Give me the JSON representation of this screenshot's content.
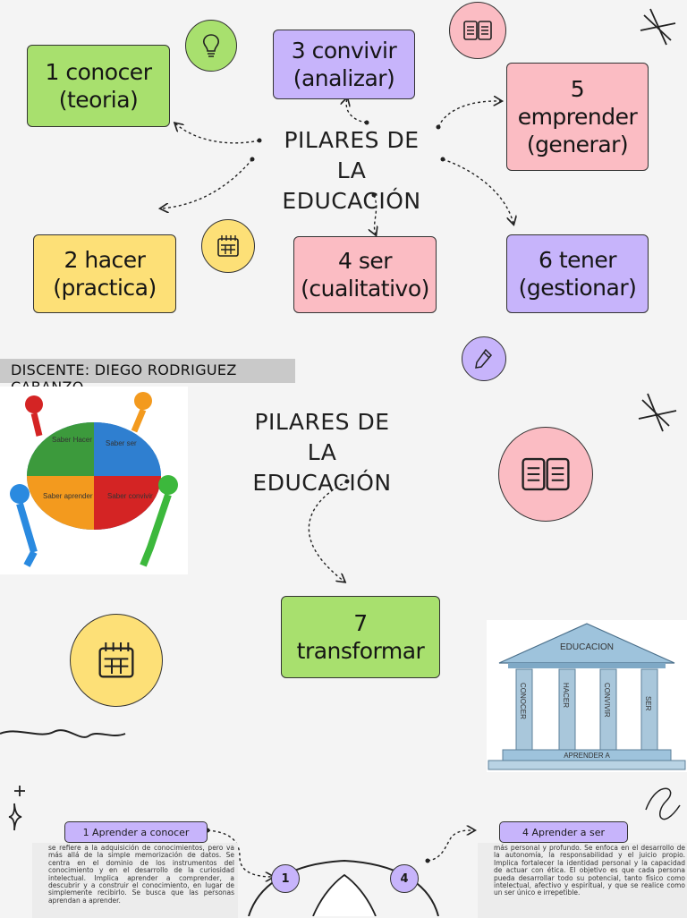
{
  "map1": {
    "title_line1": "PILARES DE LA",
    "title_line2": "EDUCACIÓN",
    "pillars": [
      {
        "num": "1 conocer",
        "sub": "(teoria)"
      },
      {
        "num": "2 hacer",
        "sub": "(practica)"
      },
      {
        "num": "3 convivir",
        "sub": "(analizar)"
      },
      {
        "num": "4 ser",
        "sub": "(cualitativo)"
      },
      {
        "num": "5",
        "sub": "emprender",
        "sub2": "(generar)"
      },
      {
        "num": "6 tener",
        "sub": "(gestionar)"
      }
    ]
  },
  "banner": {
    "text": "DISCENTE: DIEGO RODRIGUEZ CABANZO"
  },
  "puzzle": {
    "pieces": [
      "Saber Hacer",
      "Saber ser",
      "Saber aprender",
      "Saber convivir"
    ]
  },
  "map2": {
    "title_line1": "PILARES DE LA",
    "title_line2": "EDUCACIÓN",
    "card_num": "7",
    "card_label": "transformar"
  },
  "temple": {
    "roof": "EDUCACION",
    "columns": [
      "CONOCER",
      "HACER",
      "CONVIVIR",
      "SER"
    ],
    "base": "APRENDER A"
  },
  "bottom": {
    "left_tag": "1 Aprender a conocer",
    "left_text": "se refiere a la adquisición de conocimientos, pero va más allá de la simple memorización de datos. Se centra en el dominio de los instrumentos del conocimiento y en el desarrollo de la curiosidad intelectual. Implica aprender a comprender, a descubrir y a construir el conocimiento, en lugar de simplemente recibirlo. Se busca que las personas aprendan a aprender.",
    "right_tag": "4 Aprender a ser",
    "right_text": "más personal y profundo. Se enfoca en el desarrollo de la autonomía, la responsabilidad y el juicio propio. Implica fortalecer la identidad personal y la capacidad de actuar con ética. El objetivo es que cada persona pueda desarrollar todo su potencial, tanto físico como intelectual, afectivo y espiritual, y que se realice como un ser único e irrepetible.",
    "circle_left": "1",
    "circle_right": "4"
  },
  "colors": {
    "green": "#a8e06e",
    "purple": "#c7b4fb",
    "pink": "#fbbcc3",
    "yellow": "#fde077"
  },
  "icons": [
    "lightbulb-icon",
    "open-book-icon",
    "calendar-icon",
    "pencil-icon",
    "sparkle-icon",
    "squiggle-icon"
  ]
}
